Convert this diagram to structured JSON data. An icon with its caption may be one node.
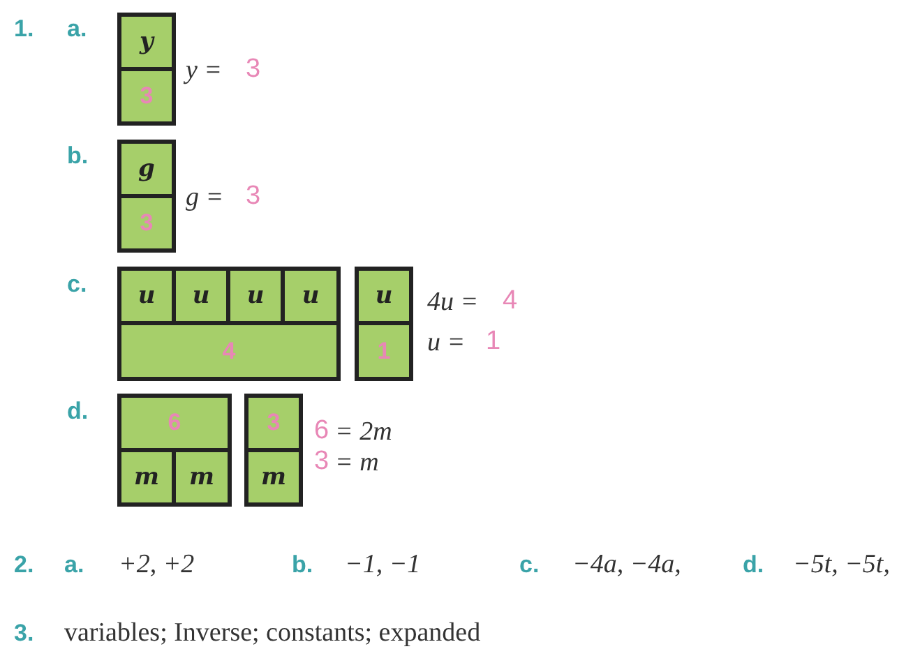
{
  "diagram": {
    "nodes": [
      {
        "text": [
          "y"
        ]
      },
      {
        "text": [
          "3"
        ]
      },
      {
        "text": [
          "g"
        ]
      },
      {
        "text": [
          "3"
        ]
      },
      {
        "text": [
          "u"
        ]
      },
      {
        "text": [
          "u"
        ]
      },
      {
        "text": [
          "u"
        ]
      },
      {
        "text": [
          "u"
        ]
      },
      {
        "text": [
          "4"
        ]
      },
      {
        "text": [
          "u"
        ]
      },
      {
        "text": [
          "1"
        ]
      },
      {
        "text": [
          "6"
        ]
      },
      {
        "text": [
          "m"
        ]
      },
      {
        "text": [
          "m"
        ]
      },
      {
        "text": [
          "3"
        ]
      },
      {
        "text": [
          "m"
        ]
      }
    ],
    "labels": [
      "1.",
      "a.",
      "y =",
      "3",
      "b.",
      "g =",
      "3",
      "c.",
      "4u =",
      "4",
      "u =",
      "1",
      "d.",
      "6",
      "= 2m",
      "3",
      "= m",
      "2.",
      "a.",
      "+2, +2",
      "b.",
      "−1, −1",
      "c.",
      "−4a, −4a,",
      "d.",
      "−5t, −5t,",
      "3.",
      "variables; Inverse; constants; expanded"
    ]
  }
}
